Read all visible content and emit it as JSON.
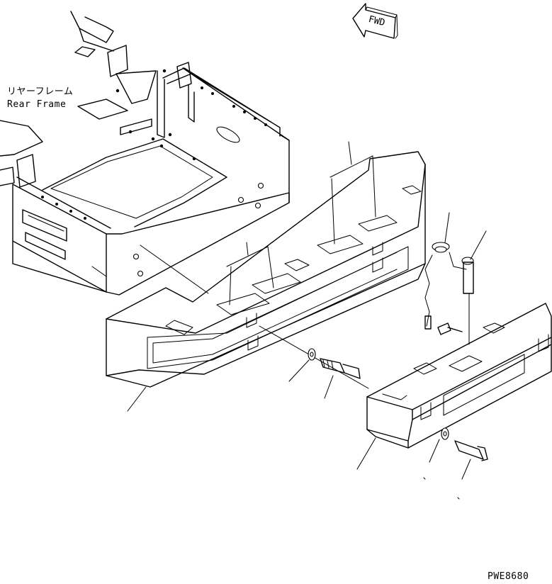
{
  "labels": {
    "rear_frame_jp": "リヤーフレーム",
    "rear_frame_en": "Rear Frame",
    "forward": "FWD",
    "drawing_id": "PWE8680"
  }
}
